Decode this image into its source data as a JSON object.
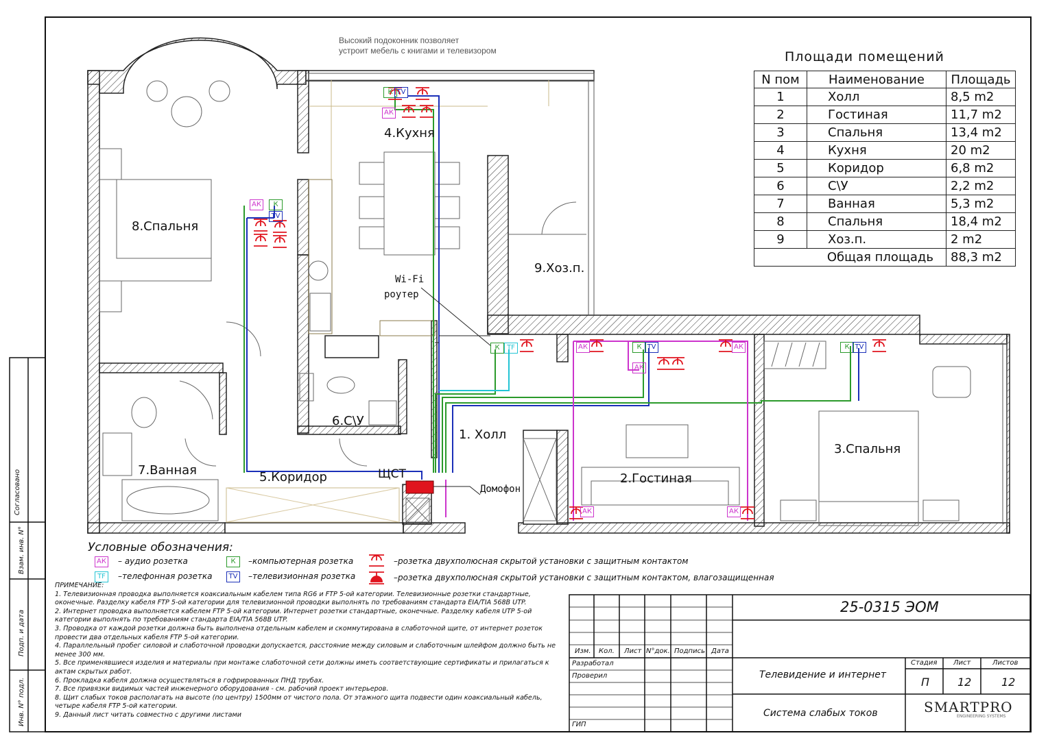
{
  "top_note": {
    "line1": "Высокий подоконник позволяет",
    "line2": "устроит мебель с книгами и телевизором"
  },
  "rooms": {
    "kitchen": "4.Кухня",
    "bedroom8": "8.Спальня",
    "storage": "9.Хоз.п.",
    "wc": "6.С\\У",
    "hall": "1. Холл",
    "bath": "7.Ванная",
    "corridor": "5.Коридор",
    "living": "2.Гостиная",
    "bedroom3": "3.Спальня"
  },
  "plan_labels": {
    "wifi_line1": "Wi-Fi",
    "wifi_line2": "роутер",
    "panel": "ЩСТ",
    "intercom": "Домофон"
  },
  "socket_codes": {
    "audio": "АК",
    "phone": "ТF",
    "computer": "К",
    "tv": "ТV"
  },
  "area_table": {
    "title": "Площади помещений",
    "headers": [
      "N пом",
      "Наименование",
      "Площадь"
    ],
    "rows": [
      [
        "1",
        "Холл",
        "8,5 m2"
      ],
      [
        "2",
        "Гостиная",
        "11,7 m2"
      ],
      [
        "3",
        "Спальня",
        "13,4 m2"
      ],
      [
        "4",
        "Кухня",
        "20 m2"
      ],
      [
        "5",
        "Коридор",
        "6,8 m2"
      ],
      [
        "6",
        "С\\У",
        "2,2 m2"
      ],
      [
        "7",
        "Ванная",
        "5,3 m2"
      ],
      [
        "8",
        "Спальня",
        "18,4 m2"
      ],
      [
        "9",
        "Хоз.п.",
        "2 m2"
      ]
    ],
    "total_label": "Общая площадь",
    "total_value": "88,3 m2"
  },
  "legend": {
    "title": "Условные обозначения:",
    "audio": "– аудио розетка",
    "phone": "–телефонная розетка",
    "computer": "–компьютерная розетка",
    "tv": "–телевизионная розетка",
    "outlet": "–розетка двухполюсная скрытой установки с защитным контактом",
    "outlet_wet": "–розетка двухполюсная скрытой установки с защитным контактом, влагозащищенная"
  },
  "notes": {
    "heading": "ПРИМЕЧАНИЕ:",
    "lines": [
      "1. Телевизионная проводка выполняется коаксиальным кабелем типа RG6 и FTP 5-ой категории. Телевизионные розетки стандартные,",
      "оконечные. Разделку кабеля FTP 5-ой категории для телевизионной проводки выполнять по требованиям стандарта EIA/TIA 568B UTP.",
      "2. Интернет проводка выполняется кабелем FTP 5-ой категории. Интернет розетки стандартные, оконечные. Разделку кабеля UTP 5-ой",
      "категории выполнять по требованиям стандарта EIA/TIA 568B UTP.",
      "3. Проводка от каждой розетки должна быть выполнена отдельным кабелем и скоммутирована в слаботочной щите, от интернет розеток",
      "провести два отдельных кабеля FTP 5-ой категории.",
      "4. Параллельный пробег силовой и слаботочной проводки допускается, расстояние между силовым и слаботочным шлейфом должно быть не",
      "менее 300 мм.",
      "5. Все применявшиеся изделия и материалы при монтаже слаботочной сети должны иметь соответствующие сертификаты и прилагаться к",
      "актам скрытых работ.",
      "6. Прокладка кабеля должна осуществляться в гофрированных ПНД трубах.",
      "7. Все привязки видимых частей инженерного оборудования - см. рабочий проект интерьеров.",
      "8. Щит слабых токов располагать на высоте (по центру) 1500мм от чистого пола. От этажного щита подвести один коаксиальный кабель,",
      "четыре кабеля FTP 5-ой категории.",
      "9. Данный лист читать совместно с другими листами"
    ]
  },
  "title_block": {
    "doc_code": "25-0315 ЭОМ",
    "col_headers": [
      "Изм.",
      "Кол.",
      "Лист",
      "N°док.",
      "Подпись",
      "Дата"
    ],
    "developed": "Разработал",
    "checked": "Проверил",
    "gip": "ГИП",
    "sheet_title": "Телевидение и интернет",
    "system_title": "Система слабых токов",
    "stage_label": "Стадия",
    "sheet_label": "Лист",
    "sheets_label": "Листов",
    "stage": "П",
    "sheet": "12",
    "sheets": "12",
    "logo": "SMARTPRO",
    "logo_sub": "ENGINEERING SYSTEMS"
  },
  "side_stamp": {
    "agreed": "Согласовано",
    "inv_replace": "Взам. инв. N°",
    "sign_date": "Подп. и дата",
    "inv_orig": "Инв. N° подл."
  },
  "colors": {
    "wall_hatch": "#333333",
    "furniture": "#8a7a4a",
    "cable_blue": "#1a2fb8",
    "cable_green": "#2a9a2a",
    "cable_magenta": "#cc33cc",
    "cable_cyan": "#22c4d4",
    "outlet_red": "#e0141e"
  }
}
